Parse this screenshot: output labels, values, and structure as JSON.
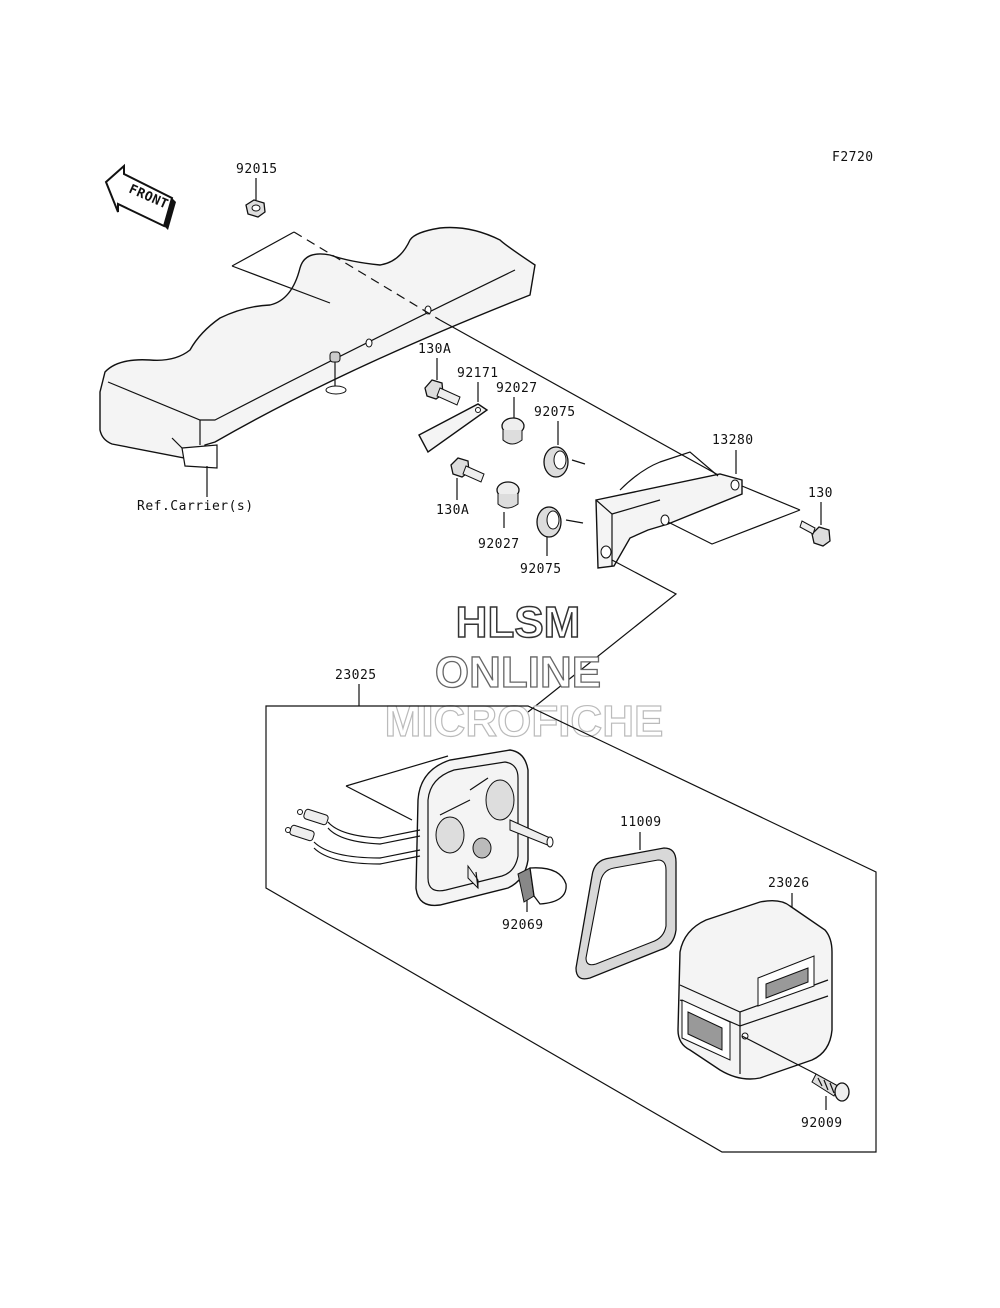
{
  "diagram_code": "F2720",
  "front_arrow_text": "FRONT",
  "reference_label": "Ref.Carrier(s)",
  "watermark": {
    "line1": "HLSM",
    "line2": "ONLINE",
    "line3": "MICROFICHE"
  },
  "callouts": [
    {
      "id": "92015",
      "text": "92015"
    },
    {
      "id": "130A-top",
      "text": "130A"
    },
    {
      "id": "92171",
      "text": "92171"
    },
    {
      "id": "92027-top",
      "text": "92027"
    },
    {
      "id": "92075-top",
      "text": "92075"
    },
    {
      "id": "13280",
      "text": "13280"
    },
    {
      "id": "130",
      "text": "130"
    },
    {
      "id": "130A-bottom",
      "text": "130A"
    },
    {
      "id": "92027-bottom",
      "text": "92027"
    },
    {
      "id": "92075-bottom",
      "text": "92075"
    },
    {
      "id": "23025",
      "text": "23025"
    },
    {
      "id": "11009",
      "text": "11009"
    },
    {
      "id": "23026",
      "text": "23026"
    },
    {
      "id": "92069",
      "text": "92069"
    },
    {
      "id": "92009",
      "text": "92009"
    }
  ]
}
